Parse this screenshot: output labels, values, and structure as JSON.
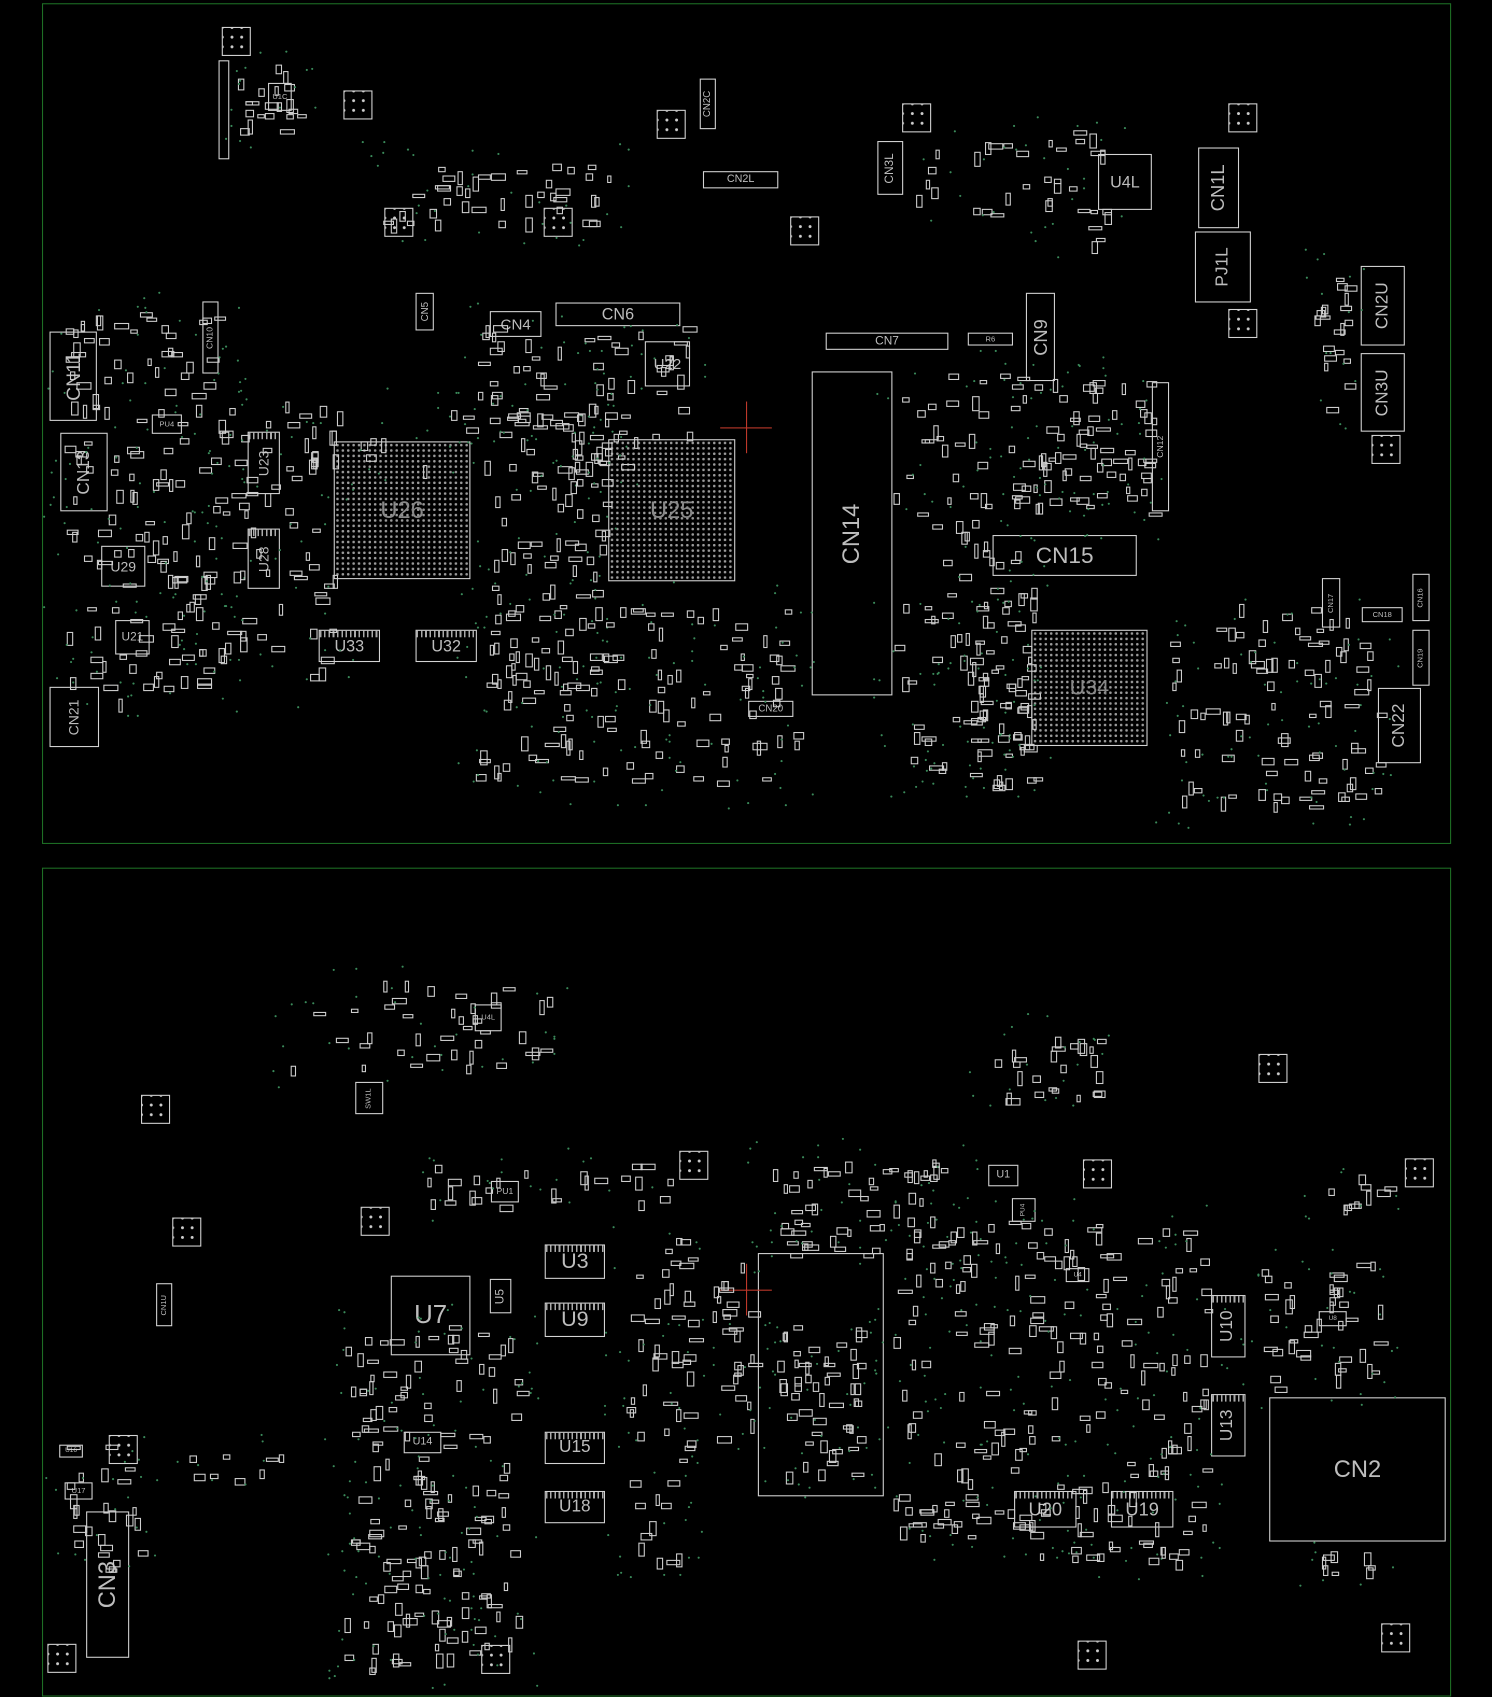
{
  "top_side": {
    "components": [
      {
        "label": "U1C"
      },
      {
        "label": "CN2C"
      },
      {
        "label": "CN2L"
      },
      {
        "label": "CN3L"
      },
      {
        "label": "U4L"
      },
      {
        "label": "CN1L"
      },
      {
        "label": "PJ1L"
      },
      {
        "label": "CN2U"
      },
      {
        "label": "CN3U"
      },
      {
        "label": "CN11"
      },
      {
        "label": "CN10"
      },
      {
        "label": "CN5"
      },
      {
        "label": "CN4"
      },
      {
        "label": "CN6"
      },
      {
        "label": "U22"
      },
      {
        "label": "CN7"
      },
      {
        "label": "R6"
      },
      {
        "label": "CN9"
      },
      {
        "label": "CN13"
      },
      {
        "label": "U23"
      },
      {
        "label": "U26"
      },
      {
        "label": "U25"
      },
      {
        "label": "CN14"
      },
      {
        "label": "CN15"
      },
      {
        "label": "CN12"
      },
      {
        "label": "U29"
      },
      {
        "label": "U28"
      },
      {
        "label": "U21"
      },
      {
        "label": "U33"
      },
      {
        "label": "U32"
      },
      {
        "label": "CN20"
      },
      {
        "label": "U34"
      },
      {
        "label": "CN21"
      },
      {
        "label": "CN17"
      },
      {
        "label": "CN18"
      },
      {
        "label": "CN16"
      },
      {
        "label": "CN19"
      },
      {
        "label": "CN22"
      },
      {
        "label": "PU4"
      }
    ]
  },
  "bottom_side": {
    "components": [
      {
        "label": "U4L"
      },
      {
        "label": "SW1L"
      },
      {
        "label": "PU1"
      },
      {
        "label": "U7"
      },
      {
        "label": "U5"
      },
      {
        "label": "U3"
      },
      {
        "label": "U9"
      },
      {
        "label": "CN1U"
      },
      {
        "label": "U1"
      },
      {
        "label": "U14"
      },
      {
        "label": "U15"
      },
      {
        "label": "U18"
      },
      {
        "label": "CN3"
      },
      {
        "label": "U16"
      },
      {
        "label": "U17"
      },
      {
        "label": "U10"
      },
      {
        "label": "U13"
      },
      {
        "label": "CN2"
      },
      {
        "label": "U20"
      },
      {
        "label": "U19"
      },
      {
        "label": "U8"
      },
      {
        "label": "U4"
      },
      {
        "label": "PU4"
      }
    ]
  },
  "colors": {
    "outline": "#d4d4d4",
    "board_edge": "#1d6e24",
    "via": "#3a8a5a",
    "cursor": "#c0392b"
  }
}
